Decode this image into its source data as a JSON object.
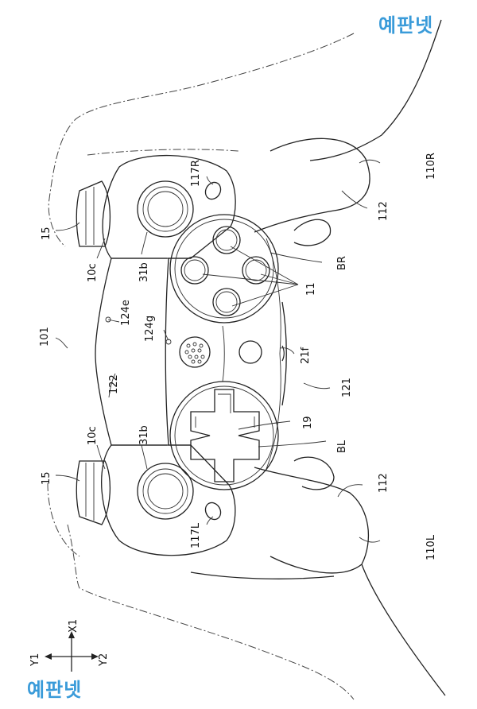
{
  "watermark": {
    "text": "예판넷",
    "color": "#3a9bd9"
  },
  "labels": {
    "l110R": "110R",
    "l112a": "112",
    "lBR": "BR",
    "l11": "11",
    "l21f": "21f",
    "l121": "121",
    "l19": "19",
    "lBL": "BL",
    "l112b": "112",
    "l110L": "110L",
    "l15a": "15",
    "l10c_top": "10c",
    "l31b_top": "31b",
    "l117R": "117R",
    "l124e": "124e",
    "l124g": "124g",
    "l101": "101",
    "l122": "122",
    "l10c_bot": "10c",
    "l31b_bot": "31b",
    "l15b": "15",
    "l117L": "117L"
  },
  "axes": {
    "x1": "X1",
    "y1": "Y1",
    "y2": "Y2"
  }
}
